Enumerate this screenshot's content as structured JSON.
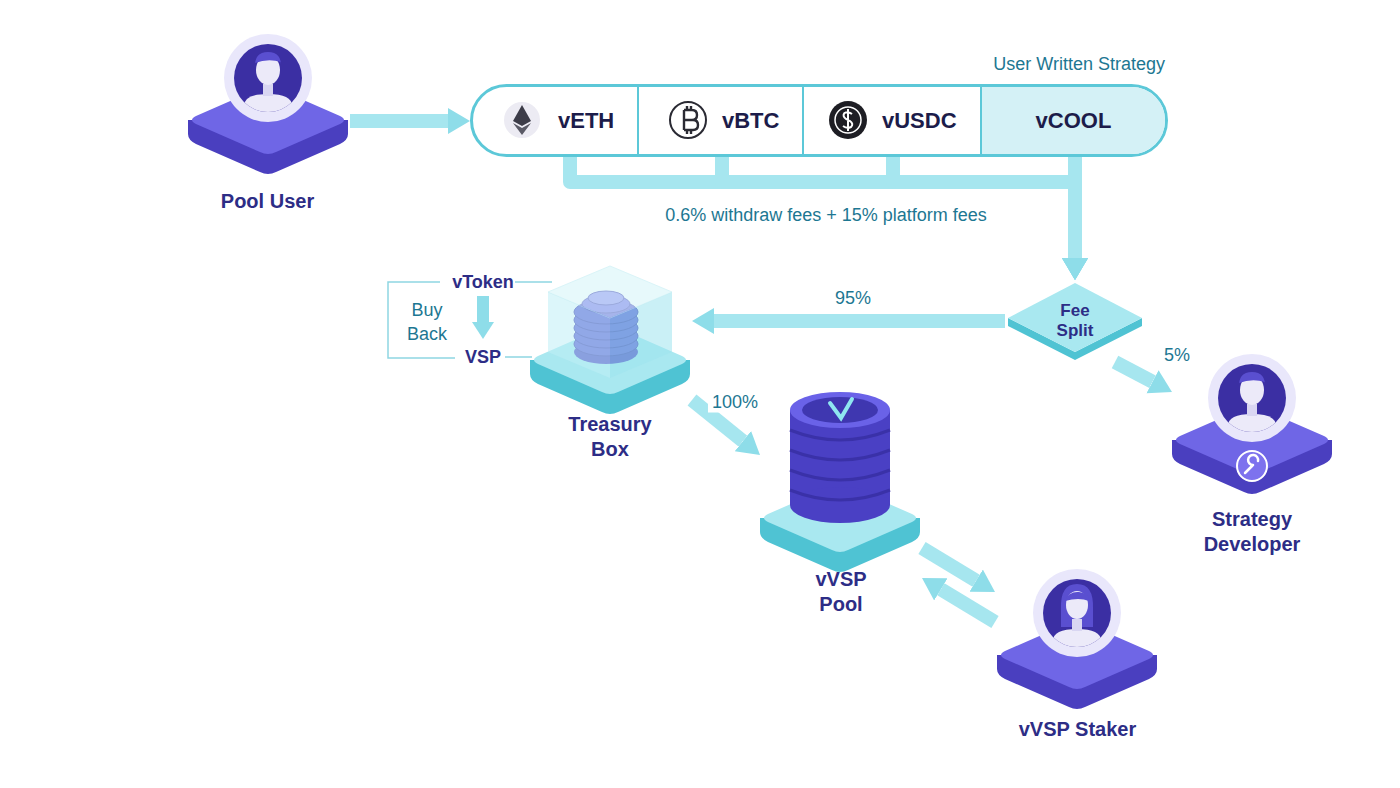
{
  "diagram": {
    "nodes": [
      {
        "text": [
          "Pool User"
        ]
      },
      {
        "text": [
          "User Written Strategy"
        ]
      },
      {
        "text": [
          "vETH"
        ],
        "in": 1
      },
      {
        "text": [
          "vBTC"
        ],
        "in": 1
      },
      {
        "text": [
          "vUSDC"
        ],
        "in": 1
      },
      {
        "text": [
          "vCOOL"
        ],
        "in": 1
      },
      {
        "text": [
          "Treasury Box"
        ]
      },
      {
        "text": [
          "Fee Split"
        ]
      },
      {
        "text": [
          "Strategy Developer"
        ]
      },
      {
        "text": [
          "vVSP Pool"
        ]
      },
      {
        "text": [
          "vVSP Staker"
        ]
      }
    ],
    "edges": [
      {
        "from": 0,
        "to": 1,
        "arrow": "to"
      },
      {
        "from": 2,
        "to": 7,
        "arrow": "to",
        "label": "0.6% withdraw fees + 15% platform fees"
      },
      {
        "from": 3,
        "to": 7,
        "arrow": "to"
      },
      {
        "from": 4,
        "to": 7,
        "arrow": "to"
      },
      {
        "from": 5,
        "to": 7,
        "arrow": "to"
      },
      {
        "from": 7,
        "to": 6,
        "arrow": "to",
        "label": "95%"
      },
      {
        "from": 7,
        "to": 8,
        "arrow": "to",
        "label": "5%"
      },
      {
        "from": 6,
        "to": 9,
        "arrow": "to",
        "label": "100%"
      },
      {
        "from": 9,
        "to": 10,
        "arrow": "to"
      },
      {
        "from": 10,
        "to": 9,
        "arrow": "to"
      }
    ],
    "labels": [
      "vToken",
      "Buy Back",
      "VSP"
    ]
  }
}
